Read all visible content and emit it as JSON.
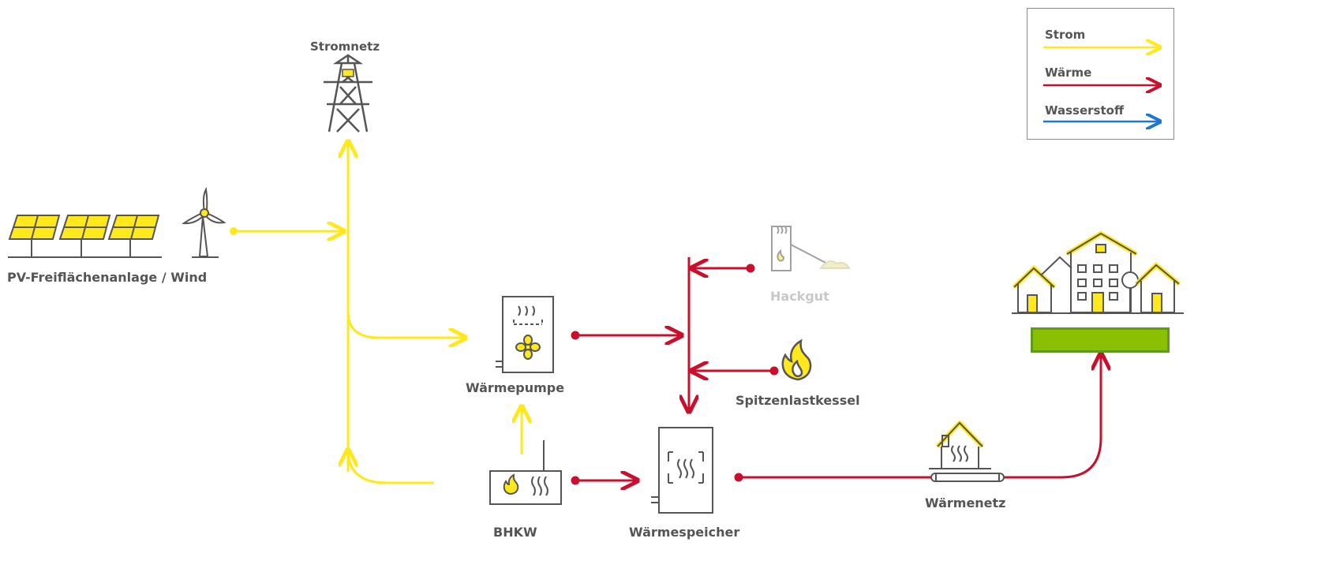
{
  "legend": {
    "items": [
      {
        "label": "Strom",
        "color": "#ffe81c"
      },
      {
        "label": "Wärme",
        "color": "#c8102e"
      },
      {
        "label": "Wasserstoff",
        "color": "#1e78d2"
      }
    ]
  },
  "nodes": {
    "stromnetz": "Stromnetz",
    "pv_wind": "PV-Freiflächenanlage / Wind",
    "hackgut": "Hackgut",
    "waermepumpe": "Wärmepumpe",
    "spitzenlastkessel": "Spitzenlastkessel",
    "bhkw": "BHKW",
    "waermespeicher": "Wärmespeicher",
    "waermenetz": "Wärmenetz"
  },
  "icons": [
    "power-pylon-icon",
    "solar-panel-icon",
    "wind-turbine-icon",
    "woodchip-boiler-icon",
    "heat-pump-icon",
    "flame-icon",
    "chp-unit-icon",
    "heat-storage-icon",
    "house-icon",
    "settlement-icon"
  ],
  "colors": {
    "strom": "#ffe81c",
    "waerme": "#c8102e",
    "wasserstoff": "#1e78d2",
    "outline": "#555555",
    "accent_green": "#8bc000"
  }
}
